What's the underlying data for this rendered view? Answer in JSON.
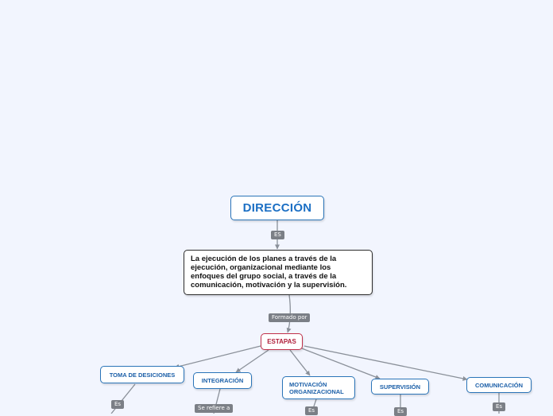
{
  "diagram": {
    "main": {
      "label": "DIRECCIÓN"
    },
    "main_link": {
      "label": "ES"
    },
    "definition": {
      "text": "La ejecución de los planes a través de la ejecución, organizacional mediante los enfoques del grupo social, a través de la comunicación, motivación y la supervisión."
    },
    "definition_link": {
      "label": "Formado por"
    },
    "stages": {
      "label": "ESTAPAS"
    },
    "children": [
      {
        "label": "TOMA DE DESICIONES",
        "link": "Es"
      },
      {
        "label": "INTEGRACIÓN",
        "link": "Se refiere a"
      },
      {
        "label": "MOTIVACIÓN ORGANIZACIONAL",
        "link": "Es"
      },
      {
        "label": "SUPERVISIÓN",
        "link": "Es"
      },
      {
        "label": "COMUNICACIÓN",
        "link": "Es"
      }
    ],
    "colors": {
      "background": "#f2f5fe",
      "main_text": "#1b6fc4",
      "stage_border": "#c0304a",
      "link_tag": "#7b7f86",
      "connector": "#8a9099"
    }
  }
}
